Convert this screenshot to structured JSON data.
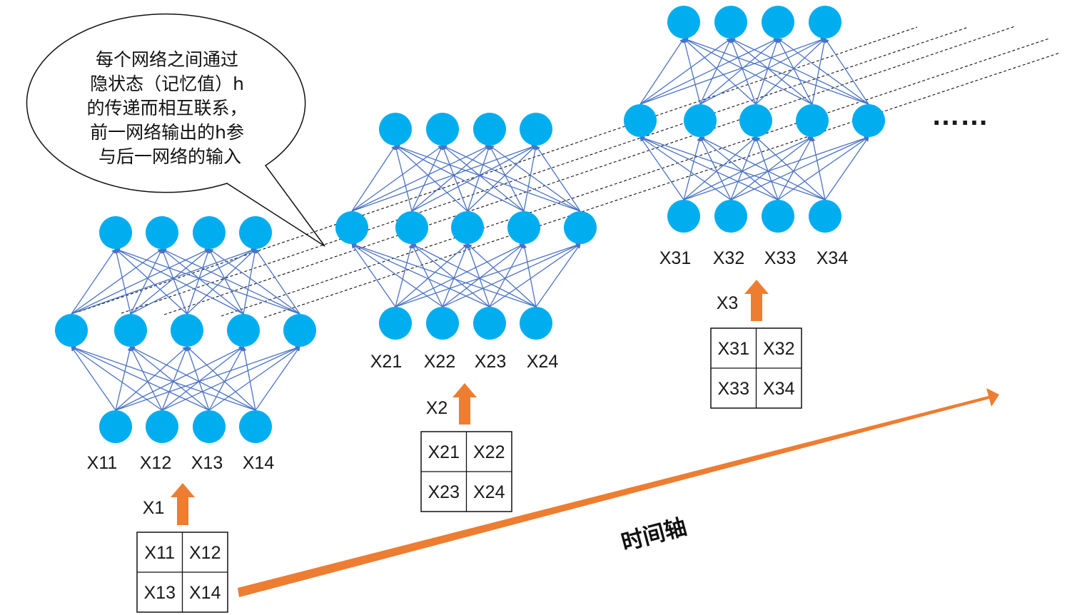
{
  "colors": {
    "node": "#00AEEF",
    "edge": "#4A72C4",
    "arrow": "#ED7D31",
    "text": "#1a1a1a",
    "box_border": "#111111"
  },
  "speech_bubble": {
    "lines": [
      "每个网络之间通过",
      "隐状态（记忆值）h",
      "的传递而相互联系，",
      "前一网络输出的h参",
      "与后一网络的输入"
    ]
  },
  "time_axis_label": "时间轴",
  "ellipsis": "……",
  "networks": [
    {
      "id": "net-1",
      "input_labels": [
        "X11",
        "X12",
        "X13",
        "X14"
      ],
      "input_group_label": "X1",
      "grid": [
        "X11",
        "X12",
        "X13",
        "X14"
      ]
    },
    {
      "id": "net-2",
      "input_labels": [
        "X21",
        "X22",
        "X23",
        "X24"
      ],
      "input_group_label": "X2",
      "grid": [
        "X21",
        "X22",
        "X23",
        "X24"
      ]
    },
    {
      "id": "net-3",
      "input_labels": [
        "X31",
        "X32",
        "X33",
        "X34"
      ],
      "input_group_label": "X3",
      "grid": [
        "X31",
        "X32",
        "X33",
        "X34"
      ]
    }
  ]
}
